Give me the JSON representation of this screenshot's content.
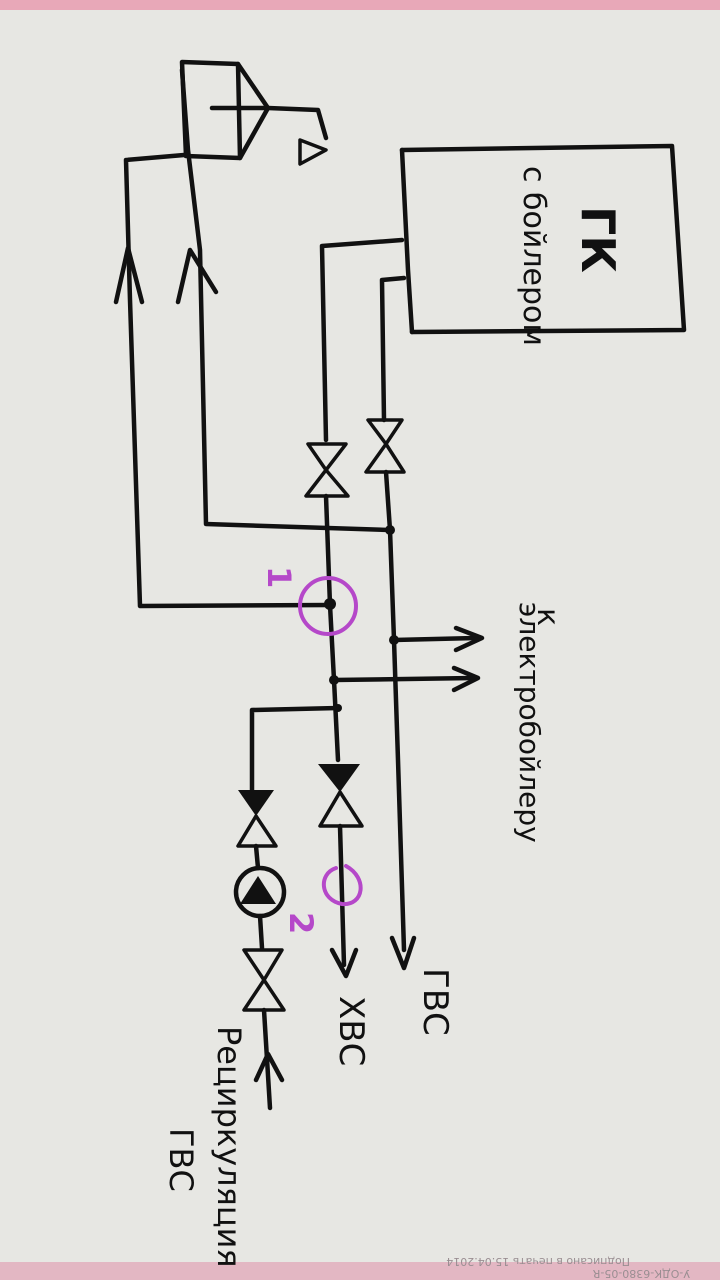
{
  "diagram": {
    "boiler_label_main": "ГК",
    "boiler_label_sub": "с бойлером",
    "to_electroboiler_label_k": "к",
    "to_electroboiler_label": "электробойлеру",
    "hot_water_label": "ГВС",
    "cold_water_label": "ХВС",
    "recirculation_label_1": "Рециркуляция",
    "recirculation_label_2": "ГВС",
    "marker_1": "1",
    "marker_2": "2",
    "footer_line_1": "Подписано в печать 15.04.2014",
    "footer_line_2": "У-ОДК-6380-05-R"
  },
  "colors": {
    "ink": "#111111",
    "marker": "#b548c9",
    "paper": "#e6e6e2",
    "border_pink": "#e8a8b8"
  }
}
